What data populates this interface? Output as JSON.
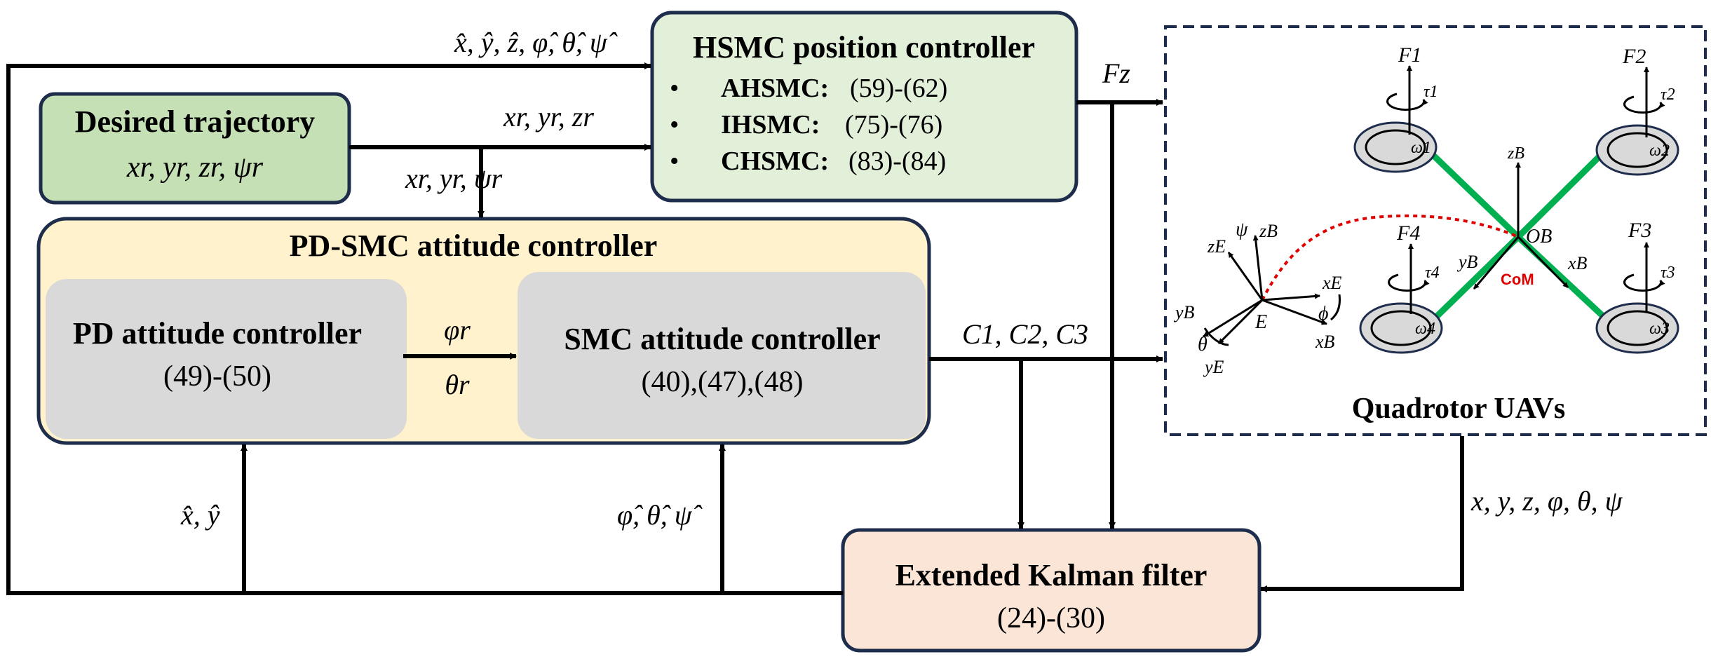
{
  "blocks": {
    "desired": {
      "title": "Desired trajectory",
      "vars": "xr, yr, zr, ψr"
    },
    "hsmc": {
      "title": "HSMC position controller",
      "items": [
        {
          "bullet": "•",
          "name": "AHSMC:",
          "eq": "(59)-(62)"
        },
        {
          "bullet": "•",
          "name": "IHSMC:",
          "eq": "(75)-(76)"
        },
        {
          "bullet": "•",
          "name": "CHSMC:",
          "eq": "(83)-(84)"
        }
      ]
    },
    "pdsmc": {
      "title": "PD-SMC attitude controller"
    },
    "pd": {
      "title": "PD attitude controller",
      "eq": "(49)-(50)"
    },
    "smc": {
      "title": "SMC attitude controller",
      "eq": "(40),(47),(48)"
    },
    "ekf": {
      "title": "Extended Kalman filter",
      "eq": "(24)-(30)"
    },
    "quad": {
      "title": "Quadrotor UAVs",
      "com": "CoM"
    }
  },
  "signals": {
    "est_full": "x̂, ŷ, ẑ, φ̂, θ̂, ψ̂",
    "ref_xyz": "xr, yr, zr",
    "ref_xy_psi": "xr, yr, ψr",
    "fz": "Fz",
    "phi_r": "φr",
    "theta_r": "θr",
    "c123": "C1, C2, C3",
    "xy_hat": "x̂, ŷ",
    "att_hat": "φ̂, θ̂, ψ̂",
    "states": "x, y, z, φ, θ, ψ"
  },
  "quad_labels": {
    "F1": "F1",
    "F2": "F2",
    "F3": "F3",
    "F4": "F4",
    "tau1": "τ1",
    "tau2": "τ2",
    "tau3": "τ3",
    "tau4": "τ4",
    "w1": "ω1",
    "w2": "ω2",
    "w3": "ω3",
    "w4": "ω4",
    "zB": "zB",
    "OB": "OB",
    "xB": "xB",
    "yB": "yB",
    "zE": "zE",
    "xE": "xE",
    "yE": "yE",
    "E": "E",
    "psi": "ψ",
    "phi": "ϕ",
    "theta": "θ",
    "zB2": "zB",
    "xB2": "xB",
    "yB2": "yB"
  },
  "colors": {
    "desired_fill": "#c5e0b4",
    "hsmc_fill": "#e2f0d9",
    "pdsmc_fill": "#fff2cc",
    "inner_fill": "#d9d9d9",
    "ekf_fill": "#fbe5d6",
    "border": "#1f2d4d",
    "arm": "#00b050",
    "com": "#e00000"
  }
}
